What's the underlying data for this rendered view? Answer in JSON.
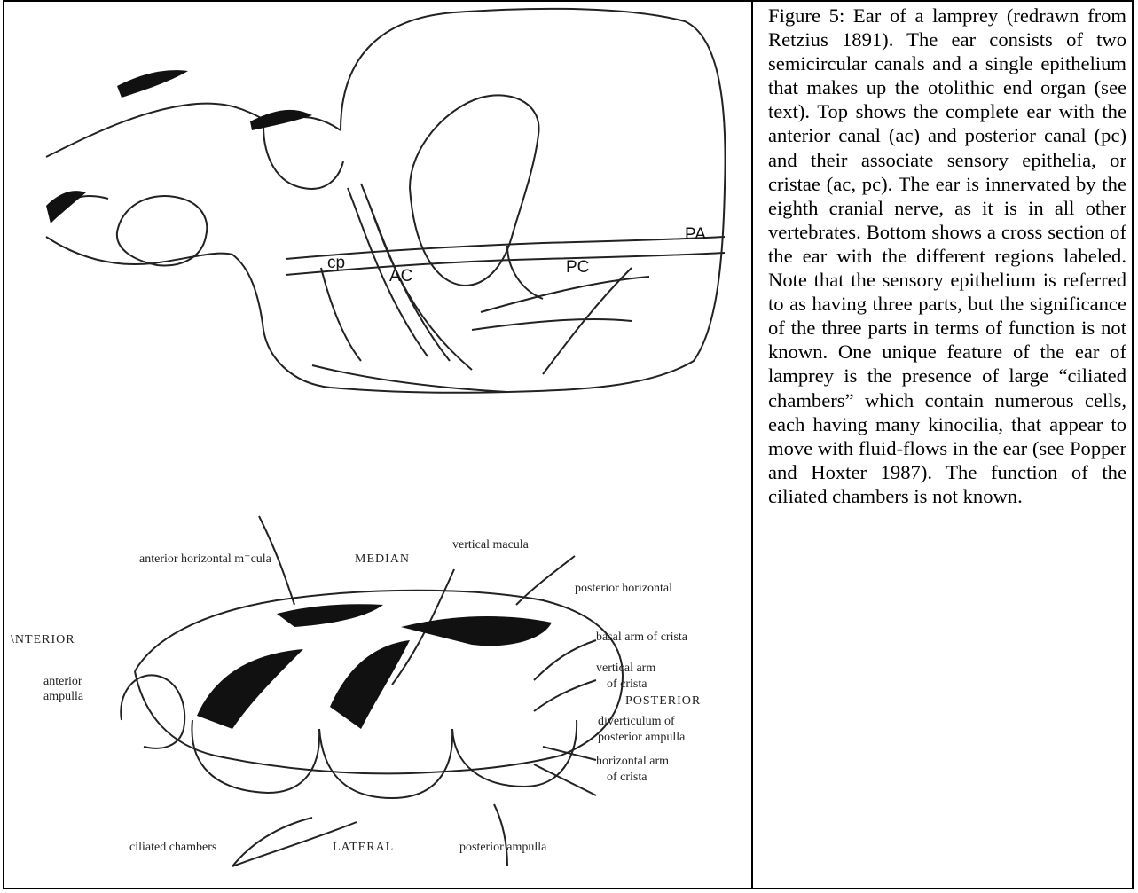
{
  "caption": {
    "text": "Figure 5: Ear of a lamprey (redrawn from Retzius 1891). The ear consists of two semicircular canals and a single epithelium that makes up the otolithic end organ (see text). Top shows the complete ear with the anterior canal (ac) and posterior canal (pc) and their associate sensory epithelia, or cristae (ac, pc). The ear is innervated by the eighth cranial nerve, as it is in all other vertebrates. Bottom shows a cross section of the ear with the different regions labeled.  Note that the sensory epithelium is referred to as having three parts, but the significance of the three parts in terms of function is not known. One unique feature of the ear of lamprey is the presence of large “ciliated chambers” which contain numerous cells, each having many kinocilia, that appear to move with fluid-flows in the ear (see Popper and Hoxter 1987). The function of the ciliated chambers is not known."
  },
  "top_figure": {
    "labels": {
      "pa": "PA",
      "cp": "cp",
      "ac": "AC",
      "pc": "PC"
    }
  },
  "bottom_figure": {
    "labels": {
      "anterior_horizontal_macula": "anterior horizontal m⁻cula",
      "median": "MEDIAN",
      "vertical_macula": "vertical macula",
      "posterior_horizontal": "posterior horizontal",
      "anterior": "\\NTERIOR",
      "basal_arm": "basal arm of crista",
      "vertical_arm_1": "vertical arm",
      "vertical_arm_2": "of crista",
      "anterior_ampulla_1": "anterior",
      "anterior_ampulla_2": "ampulla",
      "posterior": "POSTERIOR",
      "diverticulum_1": "diverticulum of",
      "diverticulum_2": "posterior ampulla",
      "horizontal_arm_1": "horizontal arm",
      "horizontal_arm_2": "of crista",
      "ciliated_chambers": "ciliated chambers",
      "lateral": "LATERAL",
      "posterior_ampulla": "posterior ampulla"
    }
  }
}
